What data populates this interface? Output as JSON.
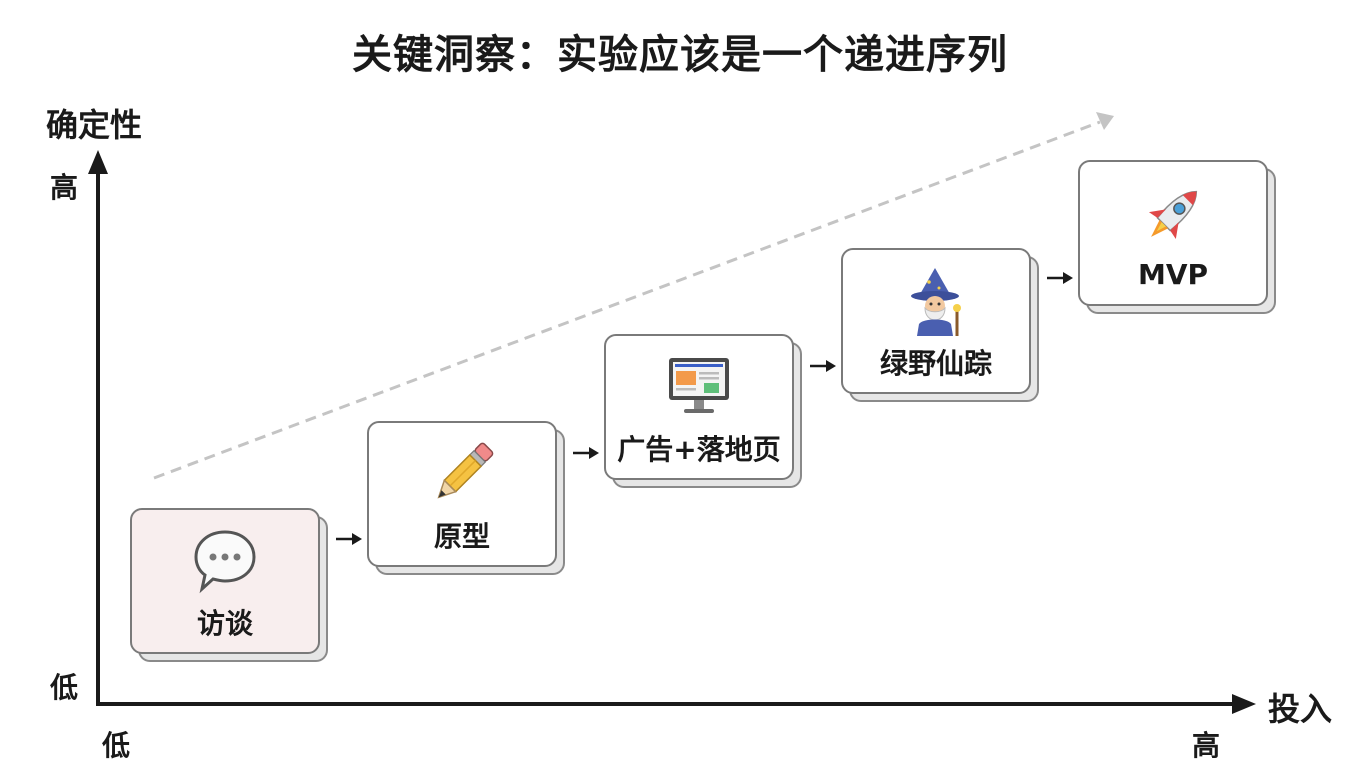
{
  "title": "关键洞察：实验应该是一个递进序列",
  "axes": {
    "y_title": "确定性",
    "y_high": "高",
    "y_low": "低",
    "x_title": "投入",
    "x_low": "低",
    "x_high": "高"
  },
  "steps": [
    {
      "label": "访谈",
      "icon": "speech-bubble-icon"
    },
    {
      "label": "原型",
      "icon": "pencil-icon"
    },
    {
      "label": "广告+落地页",
      "icon": "computer-monitor-icon"
    },
    {
      "label": "绿野仙踪",
      "icon": "wizard-icon"
    },
    {
      "label": "MVP",
      "icon": "rocket-icon"
    }
  ],
  "colors": {
    "axis": "#1a1a1a",
    "trend_arrow": "#c4c4c4",
    "card_border": "#7a7a7a",
    "first_card_fill": "#f8eeee"
  }
}
